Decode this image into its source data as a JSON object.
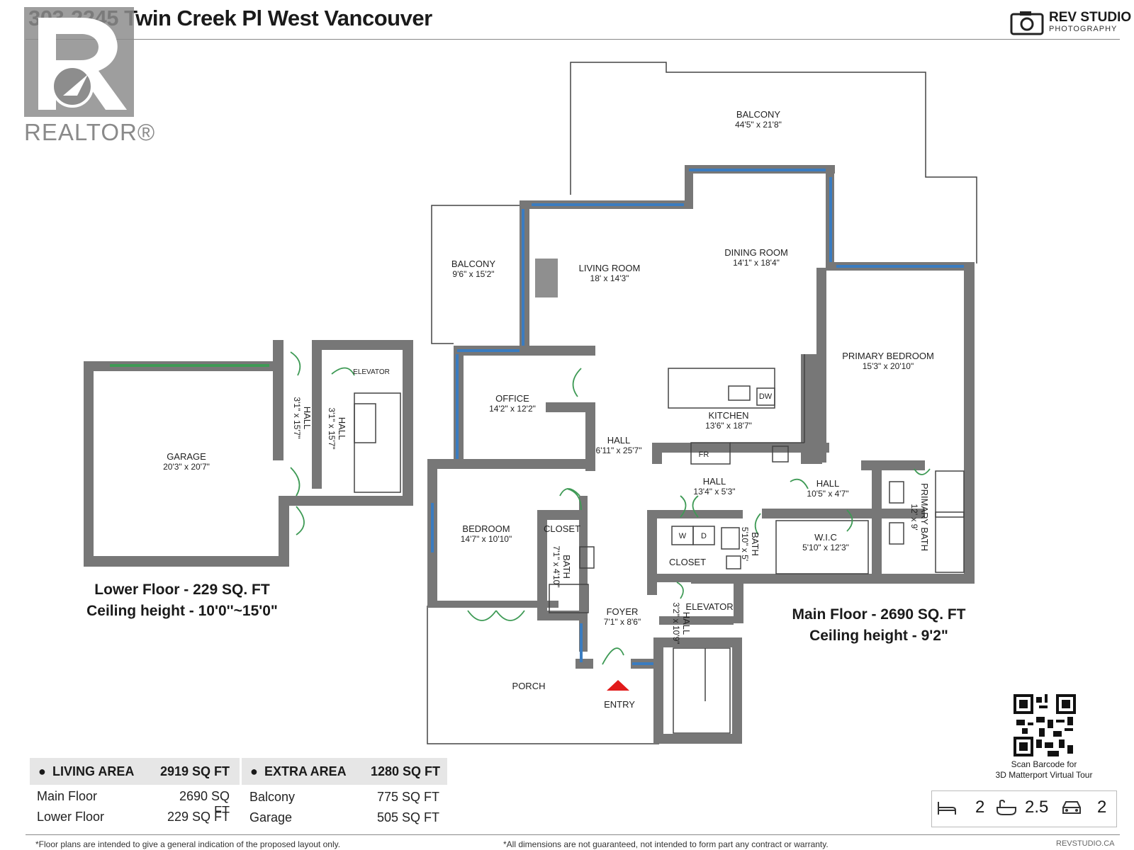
{
  "header": {
    "title": "303-2245 Twin Creek Pl West Vancouver",
    "brand": "REV STUDIO",
    "brand_sub": "PHOTOGRAPHY",
    "realtor": "REALTOR®"
  },
  "rooms": {
    "balcony_main": {
      "name": "BALCONY",
      "dim": "44'5\" x 21'8\""
    },
    "balcony_side": {
      "name": "BALCONY",
      "dim": "9'6\" x 15'2\""
    },
    "living": {
      "name": "LIVING ROOM",
      "dim": "18' x 14'3\""
    },
    "dining": {
      "name": "DINING ROOM",
      "dim": "14'1\" x 18'4\""
    },
    "primary_bed": {
      "name": "PRIMARY BEDROOM",
      "dim": "15'3\" x 20'10\""
    },
    "office": {
      "name": "OFFICE",
      "dim": "14'2\" x 12'2\""
    },
    "kitchen": {
      "name": "KITCHEN",
      "dim": "13'6\" x 18'7\""
    },
    "hall_main": {
      "name": "HALL",
      "dim": "6'11\" x 25'7\""
    },
    "hall_mid": {
      "name": "HALL",
      "dim": "13'4\" x 5'3\""
    },
    "hall_right": {
      "name": "HALL",
      "dim": "10'5\" x 4'7\""
    },
    "bedroom": {
      "name": "BEDROOM",
      "dim": "14'7\" x 10'10\""
    },
    "wic": {
      "name": "W.I.C",
      "dim": "5'10\" x 12'3\""
    },
    "foyer": {
      "name": "FOYER",
      "dim": "7'1\" x 8'6\""
    },
    "garage": {
      "name": "GARAGE",
      "dim": "20'3\" x 20'7\""
    },
    "porch": {
      "name": "PORCH"
    },
    "entry": {
      "name": "ENTRY"
    },
    "closet1": {
      "name": "CLOSET"
    },
    "closet2": {
      "name": "CLOSET"
    },
    "elevator1": {
      "name": "ELEVATOR"
    },
    "elevator2": {
      "name": "ELEVATOR"
    },
    "fr": "FR",
    "dw": "DW",
    "w": "W",
    "d": "D",
    "bath_small": {
      "name": "BATH",
      "dim": "7'1\" x 4'10\""
    },
    "bath_mid": {
      "name": "BATH",
      "dim": "5'10\" x 5'"
    },
    "primary_bath": {
      "name": "PRIMARY BATH",
      "dim": "12' x 9'"
    },
    "hall_g1": {
      "name": "HALL",
      "dim": "3'1\" x 15'7\""
    },
    "hall_g2": {
      "name": "HALL",
      "dim": "3'1\" x 15'7\""
    },
    "hall_foyer": {
      "name": "HALL",
      "dim": "3'2\" x 10'9\""
    }
  },
  "floors": {
    "lower_1": "Lower Floor - 229 SQ. FT",
    "lower_2": "Ceiling height - 10'0''~15'0\"",
    "main_1": "Main Floor - 2690 SQ. FT",
    "main_2": "Ceiling height - 9'2\""
  },
  "living_area": {
    "label": "LIVING AREA",
    "total": "2919 SQ FT",
    "rows": [
      {
        "name": "Main Floor",
        "value": "2690 SQ FT"
      },
      {
        "name": "Lower Floor",
        "value": "229 SQ FT"
      }
    ]
  },
  "extra_area": {
    "label": "EXTRA AREA",
    "total": "1280 SQ FT",
    "rows": [
      {
        "name": "Balcony",
        "value": "775 SQ FT"
      },
      {
        "name": "Garage",
        "value": "505 SQ FT"
      }
    ]
  },
  "qr": {
    "caption1": "Scan Barcode for",
    "caption2": "3D Matterport Virtual Tour"
  },
  "stats": {
    "beds": "2",
    "baths": "2.5",
    "parking": "2"
  },
  "footer": {
    "left": "*Floor plans are intended to give a general indication of the proposed layout only.",
    "middle": "*All dimensions are not guaranteed, not intended to form part any contract or warranty.",
    "right": "REVSTUDIO.CA"
  }
}
